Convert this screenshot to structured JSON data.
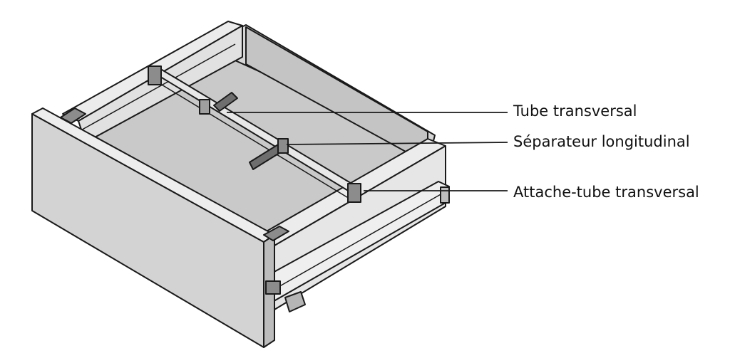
{
  "callouts": [
    {
      "label": "Tube transversal"
    },
    {
      "label": "Séparateur longitudinal"
    },
    {
      "label": "Attache-tube transversal"
    }
  ],
  "colors": {
    "panel_fill": "#d3d3d3",
    "panel_light": "#ececec",
    "outline": "#1a1a1a",
    "clip_dark": "#8c8c8c",
    "background": "#ffffff"
  }
}
